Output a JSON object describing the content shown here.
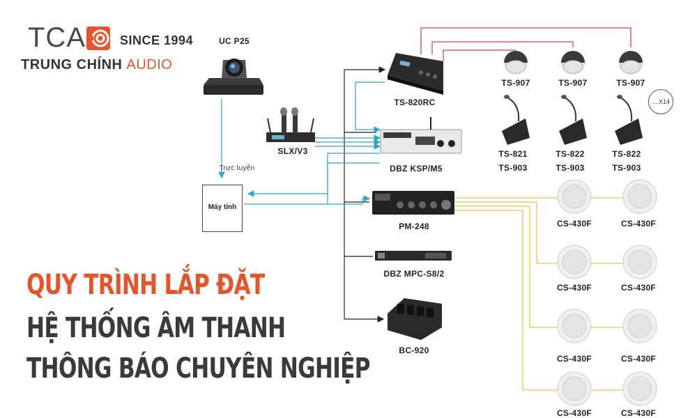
{
  "brand": {
    "logo_text": "TCA",
    "since": "SINCE 1994",
    "name_main": "TRUNG CHÍNH",
    "name_accent": "AUDIO",
    "accent_color": "#e8542a"
  },
  "headline": {
    "line1": "QUY TRÌNH LẮP ĐẶT",
    "line2": "HỆ THỐNG ÂM THANH",
    "line3": "THÔNG BÁO CHUYÊN NGHIỆP"
  },
  "devices": {
    "camera": "UC P25",
    "mic": "SLX/V3",
    "computer": "Máy tính",
    "online_label": "Trực tuyến",
    "controller": "TS-820RC",
    "processor": "DBZ KSP/M5",
    "amplifier": "PM-248",
    "power": "DBZ MPC-S8/2",
    "charger": "BC-920"
  },
  "ceiling_mics": [
    "TS-907",
    "TS-907",
    "TS-907"
  ],
  "delegate_units": [
    {
      "model": "TS-821",
      "sub": "TS-903"
    },
    {
      "model": "TS-822",
      "sub": "TS-903"
    },
    {
      "model": "TS-822",
      "sub": "TS-903"
    }
  ],
  "quantity_badge": "....X14",
  "speakers": [
    "CS-430F",
    "CS-430F",
    "CS-430F",
    "CS-430F",
    "CS-430F",
    "CS-430F",
    "CS-430F",
    "CS-430F"
  ],
  "colors": {
    "cyan_line": "#2aa7c9",
    "red_line": "#d9444a",
    "yellow_line": "#e8c44a",
    "black_line": "#222222"
  }
}
